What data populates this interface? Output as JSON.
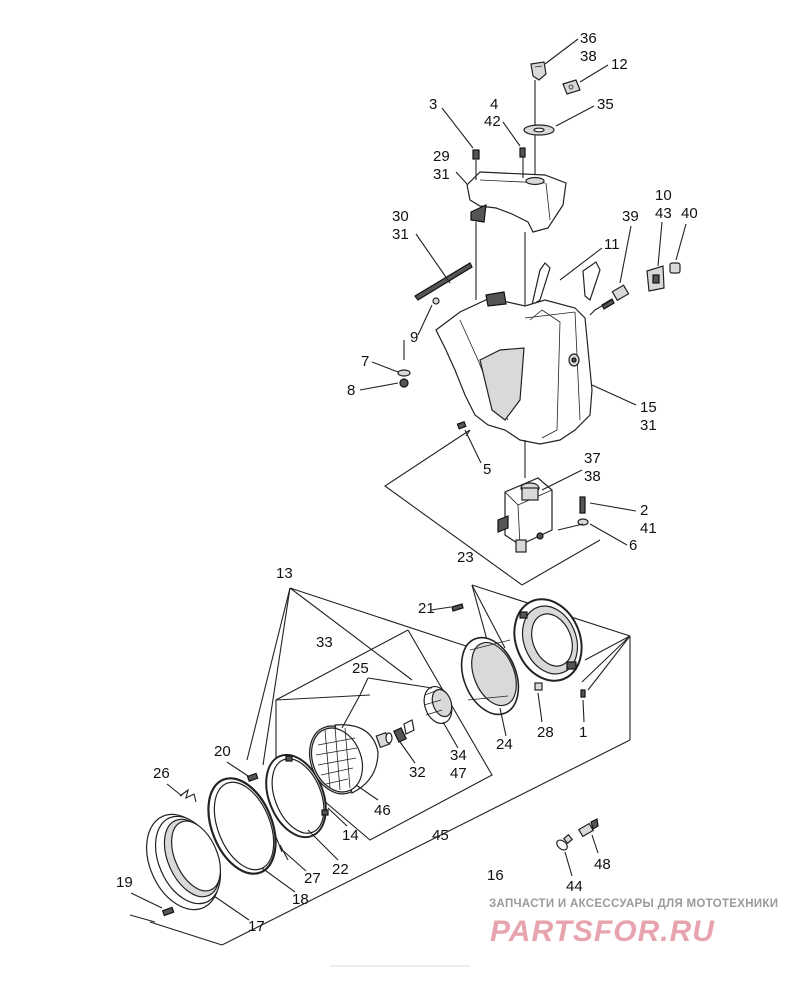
{
  "callouts": {
    "c36": "36",
    "c38a": "38",
    "c12": "12",
    "c3": "3",
    "c4": "4",
    "c42": "42",
    "c35": "35",
    "c29": "29",
    "c31a": "31",
    "c10": "10",
    "c43": "43",
    "c40": "40",
    "c30": "30",
    "c31b": "31",
    "c39": "39",
    "c11": "11",
    "c9": "9",
    "c7": "7",
    "c8": "8",
    "c15": "15",
    "c31c": "31",
    "c5": "5",
    "c37": "37",
    "c38b": "38",
    "c2": "2",
    "c41": "41",
    "c6": "6",
    "c23": "23",
    "c13": "13",
    "c21": "21",
    "c33": "33",
    "c25": "25",
    "c28": "28",
    "c1": "1",
    "c24": "24",
    "c34": "34",
    "c47": "47",
    "c20": "20",
    "c32": "32",
    "c26": "26",
    "c46": "46",
    "c14": "14",
    "c45": "45",
    "c22": "22",
    "c27": "27",
    "c16": "16",
    "c48": "48",
    "c19": "19",
    "c18": "18",
    "c44": "44",
    "c17": "17"
  },
  "watermark": {
    "tagline": "ЗАПЧАСТИ И АКСЕССУАРЫ ДЛЯ МОТОТЕХНИКИ",
    "brand": "PARTSFOR.RU"
  },
  "colors": {
    "line": "#222222",
    "background": "#ffffff",
    "brand": "#e7a4ae"
  }
}
